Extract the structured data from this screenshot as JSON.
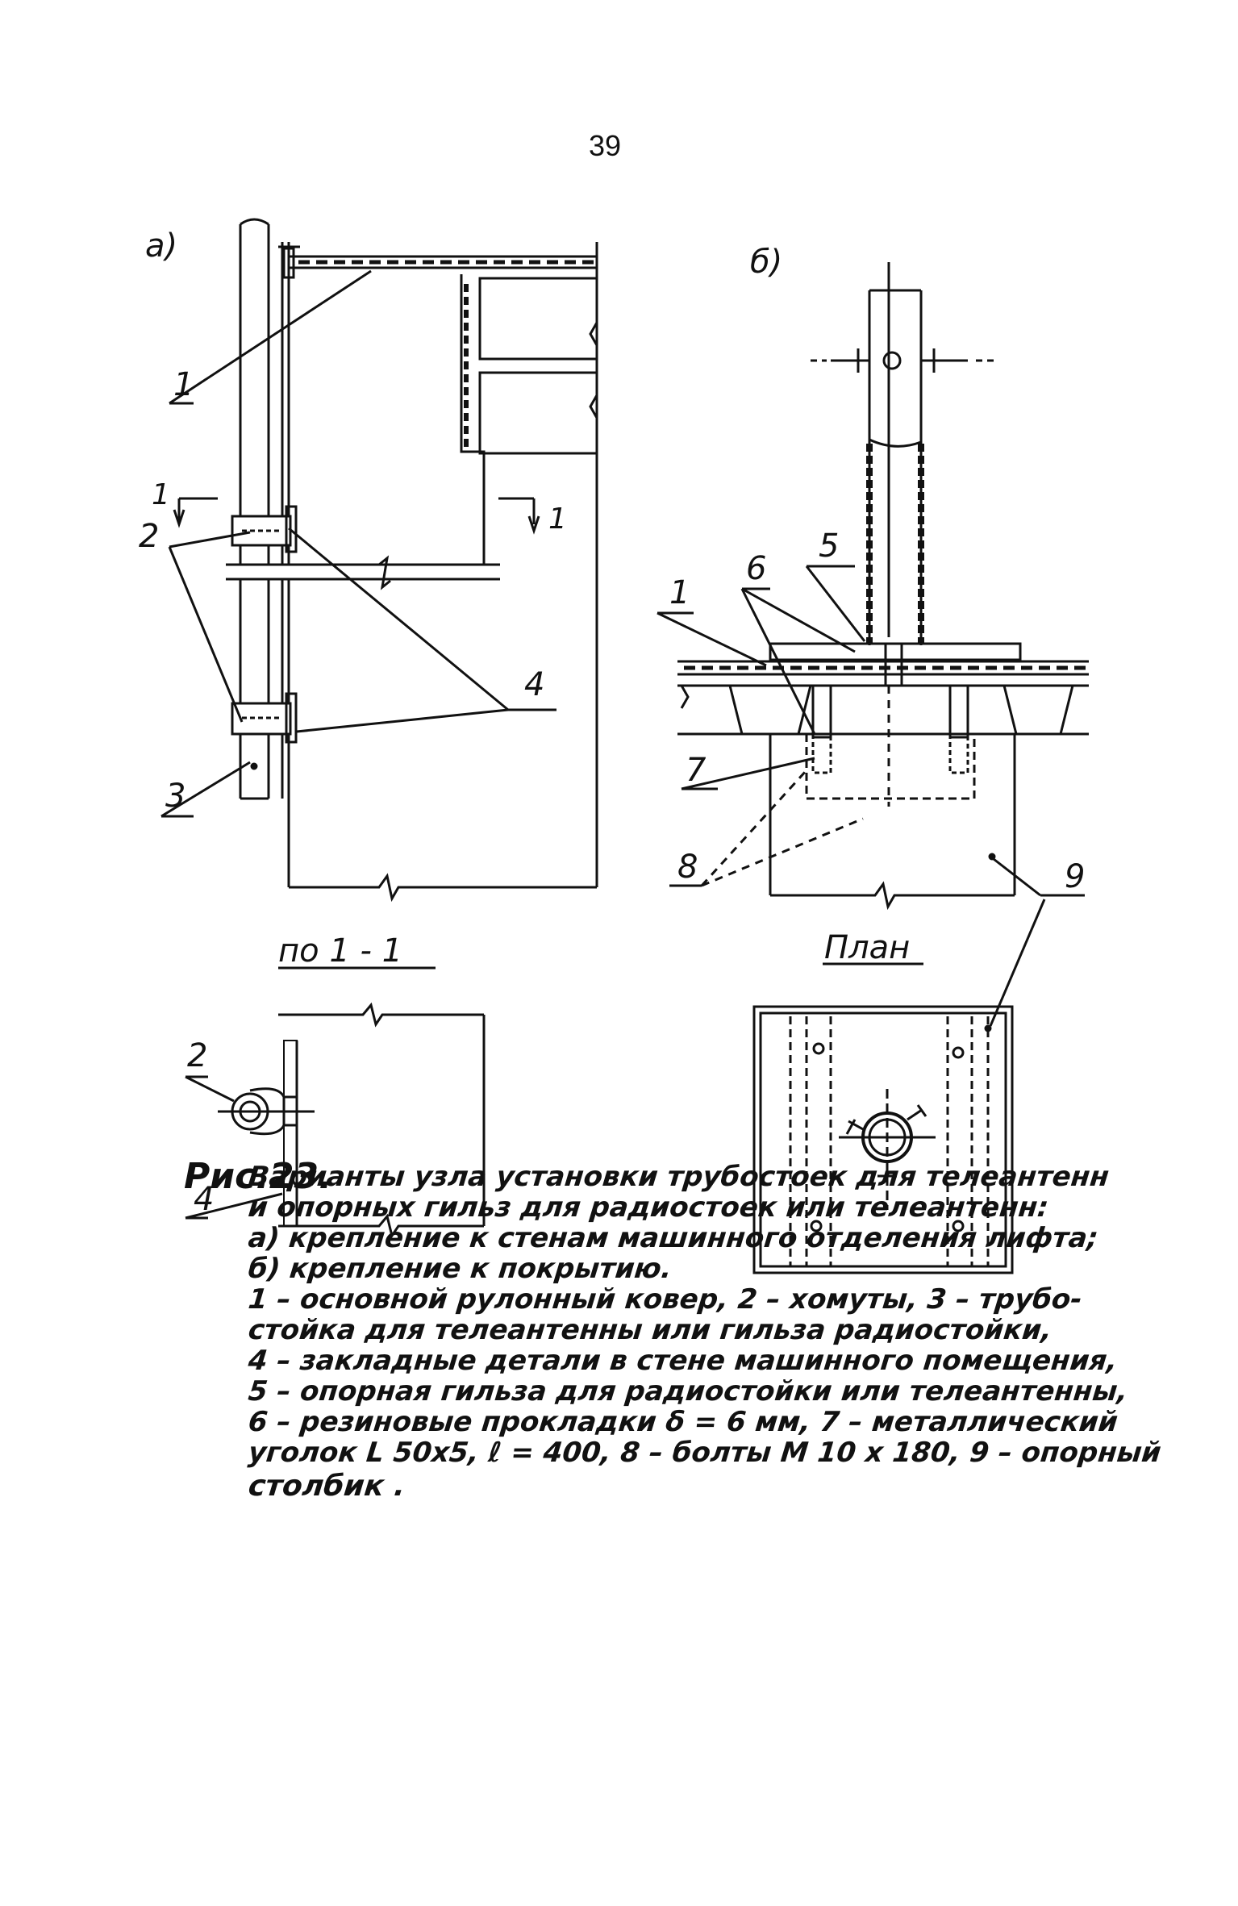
{
  "page": {
    "number": "39"
  },
  "views": {
    "a": {
      "label": "а)"
    },
    "b": {
      "label": "б)"
    },
    "section": {
      "title": "по 1 - 1"
    },
    "plan": {
      "title": "План"
    }
  },
  "labels": {
    "l1_a": "1",
    "l1_b": "1",
    "sec1_left": "1",
    "sec1_right": "1",
    "l2_a": "2",
    "l3": "3",
    "l4_a": "4",
    "l5": "5",
    "l6": "6",
    "l7": "7",
    "l8": "8",
    "l9": "9",
    "l2_sec": "2",
    "l4_sec": "4"
  },
  "caption": {
    "figure": "Рис.23.",
    "lines": [
      "Варианты узла установки трубостоек для телеантенн",
      "и опорных гильз для радиостоек или телеантенн:",
      "а) крепление к стенам машинного отделения лифта;",
      "б) крепление к покрытию.",
      "1 – основной рулонный ковер, 2 – хомуты, 3 – трубо-",
      "стойка для телеантенны или гильза радиостойки,",
      "4 – закладные детали в стене машинного помещения,",
      "5 – опорная гильза для радиостойки или телеантенны,",
      "6 – резиновые прокладки δ = 6 мм, 7 – металлический",
      "уголок L 50x5, ℓ = 400, 8 – болты М 10 х 180, 9 – опорный"
    ],
    "last": "столбик ."
  }
}
